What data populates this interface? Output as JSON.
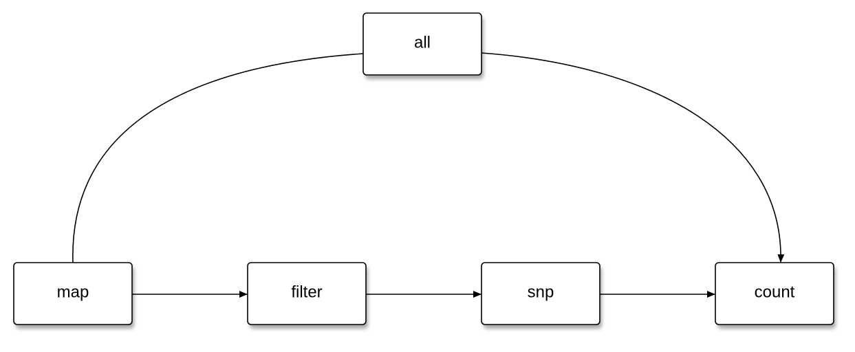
{
  "diagram": {
    "nodes": [
      {
        "id": "all",
        "label": "all"
      },
      {
        "id": "map",
        "label": "map"
      },
      {
        "id": "filter",
        "label": "filter"
      },
      {
        "id": "snp",
        "label": "snp"
      },
      {
        "id": "count",
        "label": "count"
      }
    ],
    "edges": [
      {
        "from": "map",
        "to": "filter",
        "arrow": true
      },
      {
        "from": "filter",
        "to": "snp",
        "arrow": true
      },
      {
        "from": "snp",
        "to": "count",
        "arrow": true
      },
      {
        "from": "map",
        "to": "all",
        "arrow": false
      },
      {
        "from": "all",
        "to": "count",
        "arrow": true
      }
    ],
    "colors": {
      "stroke": "#000000",
      "fill": "#ffffff",
      "shadow": "#000000"
    }
  }
}
